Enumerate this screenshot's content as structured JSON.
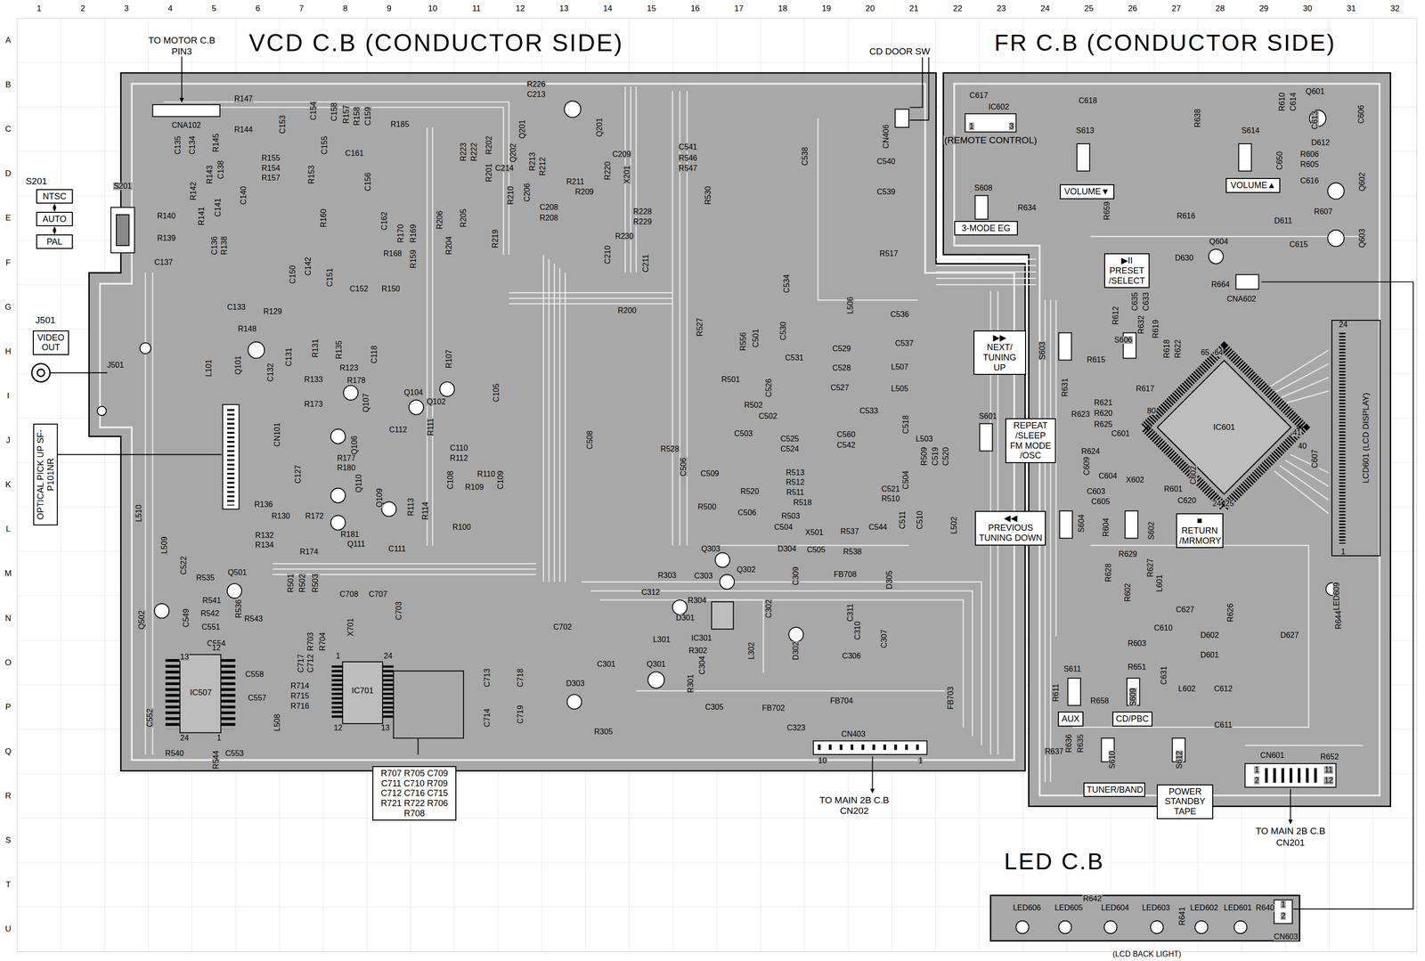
{
  "diagram": {
    "title": "VCD C.B (CONDUCTOR SIDE)",
    "nodes": [
      {
        "text": [
          "NTSC"
        ]
      },
      {
        "text": [
          "AUTO"
        ]
      },
      {
        "text": [
          "PAL"
        ]
      },
      {
        "text": [
          "VIDEO OUT"
        ]
      },
      {
        "text": [
          "OPTICAL PICK UP SF-P101NR"
        ]
      },
      {
        "text": [
          "3-MODE EG"
        ]
      },
      {
        "text": [
          "VOLUME▼"
        ]
      },
      {
        "text": [
          "VOLUME▲"
        ]
      },
      {
        "text": [
          "▶II",
          "PRESET /SELECT"
        ]
      },
      {
        "text": [
          "▶▶",
          "NEXT/ TUNING UP"
        ]
      },
      {
        "text": [
          "REPEAT /SLEEP FM MODE /OSC"
        ]
      },
      {
        "text": [
          "◀◀",
          "PREVIOUS TUNING DOWN"
        ]
      },
      {
        "text": [
          "■",
          "RETURN /MRMORY"
        ]
      },
      {
        "text": [
          "AUX"
        ]
      },
      {
        "text": [
          "CD/PBC"
        ]
      },
      {
        "text": [
          "TUNER/BAND"
        ]
      },
      {
        "text": [
          "POWER STANDBY TAPE"
        ]
      },
      {
        "text": [
          "R707 R705 C709 C711 C710 R709 C712 C716 C715 R721 R722 R706 R708"
        ]
      },
      {
        "text": [
          "IC601"
        ]
      },
      {
        "text": [
          "IC507"
        ]
      },
      {
        "text": [
          "IC701"
        ]
      },
      {
        "text": [
          "LCD601 (LCD DISPLAY)"
        ]
      }
    ],
    "edges": [
      {
        "from": 0,
        "to": 1,
        "arrow": "both"
      },
      {
        "from": 1,
        "to": 2,
        "arrow": "both"
      }
    ],
    "labels": [
      "1",
      "2",
      "3",
      "4",
      "5",
      "6",
      "7",
      "8",
      "9",
      "10",
      "11",
      "12",
      "13",
      "14",
      "15",
      "16",
      "17",
      "18",
      "19",
      "20",
      "21",
      "22",
      "23",
      "24",
      "25",
      "26",
      "27",
      "28",
      "29",
      "30",
      "31",
      "32",
      "A",
      "B",
      "C",
      "D",
      "E",
      "F",
      "G",
      "H",
      "I",
      "J",
      "K",
      "L",
      "M",
      "N",
      "O",
      "P",
      "Q",
      "R",
      "S",
      "T",
      "U",
      "TO MOTOR C.B",
      "PIN3",
      "FR C.B (CONDUCTOR SIDE)",
      "CD DOOR SW",
      "LED C.B",
      "(LCD BACK LIGHT)",
      "TO MAIN 2B C.B",
      "CN202",
      "TO MAIN 2B C.B",
      "CN201",
      "S201",
      "J501",
      "J501",
      "S201",
      "(REMOTE CONTROL)",
      "R147",
      "CNA102",
      "C135",
      "C134",
      "R145",
      "R144",
      "C153",
      "C154",
      "C158",
      "R157",
      "R158",
      "C159",
      "R185",
      "R155",
      "R154",
      "R157",
      "C161",
      "R153",
      "R143",
      "C138",
      "C155",
      "C156",
      "R142",
      "R141",
      "C141",
      "C140",
      "R140",
      "R139",
      "C137",
      "C136",
      "R138",
      "R160",
      "C162",
      "R170",
      "R169",
      "R168",
      "R150",
      "C151",
      "C152",
      "C142",
      "C150",
      "R129",
      "C133",
      "R148",
      "L101",
      "Q101",
      "C132",
      "C131",
      "R131",
      "R135",
      "C118",
      "R133",
      "R173",
      "R178",
      "R123",
      "Q107",
      "Q104",
      "Q102",
      "R107",
      "C105",
      "CN101",
      "R177",
      "R180",
      "Q106",
      "C112",
      "R111",
      "C110",
      "R112",
      "C127",
      "R136",
      "Q109",
      "C108",
      "R110",
      "R109",
      "C109",
      "Q110",
      "R113",
      "R114",
      "R172",
      "R130",
      "R132",
      "R134",
      "R181",
      "Q111",
      "R174",
      "R100",
      "C111",
      "C508",
      "L510",
      "L509",
      "C522",
      "R535",
      "Q501",
      "R501",
      "R502",
      "R503",
      "C708",
      "C707",
      "X701",
      "C703",
      "R541",
      "R542",
      "R536",
      "R543",
      "C549",
      "Q502",
      "C551",
      "C554",
      "R704",
      "R703",
      "C717",
      "C712",
      "R714",
      "R715",
      "R716",
      "C713",
      "C714",
      "C718",
      "C719",
      "13",
      "12",
      "24",
      "1",
      "C552",
      "C558",
      "C557",
      "L508",
      "R540",
      "R544",
      "C553",
      "24",
      "1",
      "12",
      "13",
      "R226",
      "C213",
      "Q201",
      "Q201",
      "Q202",
      "R223",
      "R222",
      "R202",
      "R201",
      "C214",
      "R213",
      "R212",
      "R211",
      "R209",
      "R220",
      "C209",
      "X201",
      "C206",
      "R210",
      "C208",
      "R208",
      "R228",
      "R229",
      "R230",
      "C210",
      "C211",
      "R200",
      "R206",
      "R205",
      "R219",
      "R159",
      "R204",
      "C541",
      "R546",
      "R547",
      "C538",
      "R530",
      "C540",
      "C539",
      "CN406",
      "R517",
      "C534",
      "L506",
      "C536",
      "C537",
      "R556",
      "R527",
      "C501",
      "C530",
      "C529",
      "C531",
      "C528",
      "L507",
      "R501",
      "C527",
      "C526",
      "L505",
      "R502",
      "C502",
      "C533",
      "C503",
      "C525",
      "C524",
      "C560",
      "C542",
      "L503",
      "C518",
      "R509",
      "C519",
      "C520",
      "R528",
      "C506",
      "C509",
      "R513",
      "R512",
      "R511",
      "C504",
      "C521",
      "R510",
      "R520",
      "R518",
      "R500",
      "C506",
      "R503",
      "C504",
      "X501",
      "C505",
      "R537",
      "R538",
      "C544",
      "C511",
      "C510",
      "L502",
      "D304",
      "FB708",
      "Q303",
      "C303",
      "R303",
      "Q302",
      "C309",
      "C312",
      "R304",
      "D301",
      "IC301",
      "C302",
      "D305",
      "C311",
      "C310",
      "C307",
      "C306",
      "L301",
      "R302",
      "C304",
      "L302",
      "D302",
      "C702",
      "C301",
      "Q301",
      "R301",
      "D303",
      "C305",
      "FB702",
      "FB704",
      "FB703",
      "C323",
      "CN403",
      "R305",
      "10",
      "1",
      "C617",
      "IC602",
      "1",
      "3",
      "C618",
      "S613",
      "R638",
      "S614",
      "R610",
      "C614",
      "Q601",
      "C613",
      "C606",
      "D612",
      "R606",
      "R605",
      "C650",
      "Q602",
      "C616",
      "R607",
      "D611",
      "C615",
      "Q603",
      "R616",
      "S608",
      "R634",
      "R659",
      "D630",
      "Q604",
      "R664",
      "CNA602",
      "R612",
      "C635",
      "C633",
      "R632",
      "S606",
      "R619",
      "R618",
      "R622",
      "S603",
      "R615",
      "R631",
      "R617",
      "R623",
      "R621",
      "R620",
      "R625",
      "C601",
      "S601",
      "C609",
      "R624",
      "C604",
      "C603",
      "C605",
      "X602",
      "R601",
      "C602",
      "C620",
      "65",
      "64",
      "80",
      "41",
      "40",
      "24",
      "25",
      "1",
      "24",
      "C607",
      "S604",
      "S602",
      "R604",
      "R629",
      "R628",
      "R627",
      "R602",
      "L601",
      "C627",
      "R626",
      "C610",
      "LED609",
      "R644",
      "D627",
      "D602",
      "D601",
      "R603",
      "R651",
      "C631",
      "L602",
      "C612",
      "S609",
      "R658",
      "S611",
      "R611",
      "C611",
      "R637",
      "R636",
      "R635",
      "S610",
      "S612",
      "CN601",
      "R652",
      "1",
      "2",
      "11",
      "12",
      "LED606",
      "LED605",
      "LED604",
      "LED603",
      "LED602",
      "LED601",
      "R642",
      "R641",
      "R640",
      "CN603",
      "1",
      "2"
    ]
  }
}
